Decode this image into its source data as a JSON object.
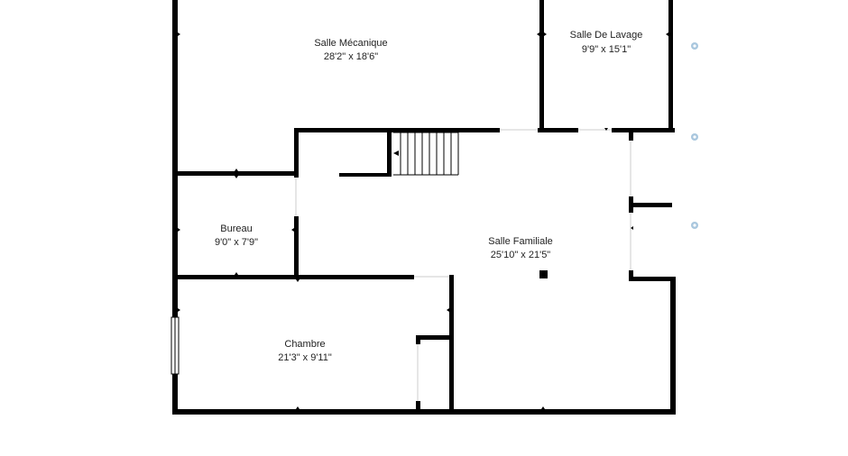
{
  "rooms": {
    "mecanique": {
      "name": "Salle Mécanique",
      "dims": "28'2\" x 18'6\""
    },
    "lavage": {
      "name": "Salle De Lavage",
      "dims": "9'9\" x 15'1\""
    },
    "bureau": {
      "name": "Bureau",
      "dims": "9'0\" x 7'9\""
    },
    "familiale": {
      "name": "Salle Familiale",
      "dims": "25'10\" x 21'5\""
    },
    "chambre": {
      "name": "Chambre",
      "dims": "21'3\" x 9'11\""
    }
  },
  "colors": {
    "wall": "#000000",
    "background": "#ffffff",
    "fixture": "#a9c7de"
  },
  "icons": [
    "light-fixture-icon",
    "light-fixture-icon",
    "light-fixture-icon"
  ]
}
